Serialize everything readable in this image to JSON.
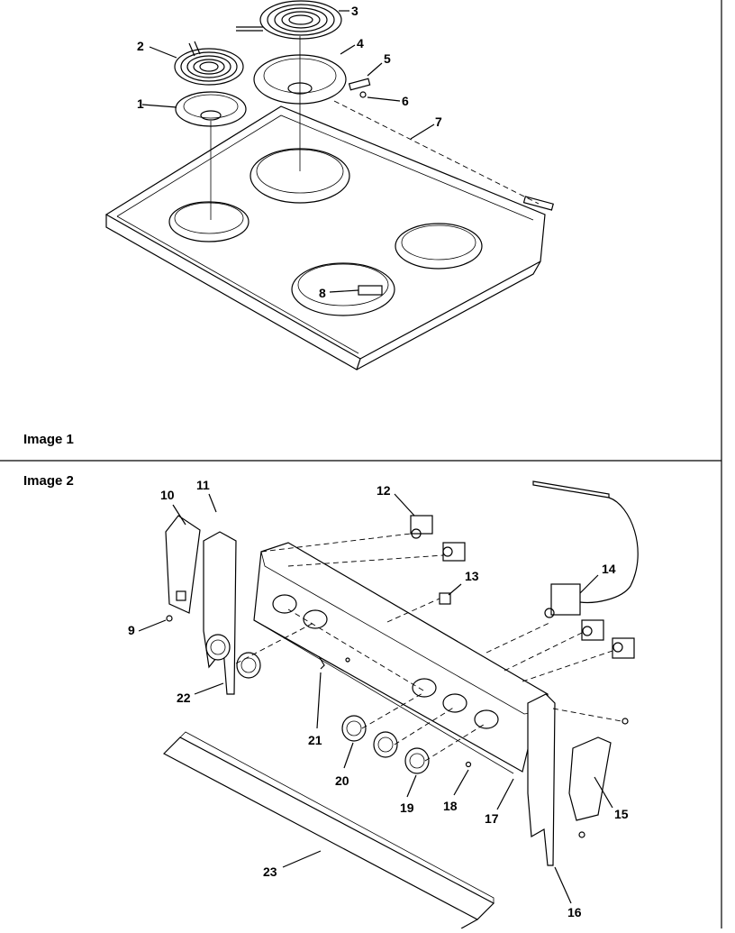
{
  "panels": [
    {
      "title": "Image 1"
    },
    {
      "title": "Image 2"
    }
  ],
  "callouts": [
    "1",
    "2",
    "3",
    "4",
    "5",
    "6",
    "7",
    "8",
    "9",
    "10",
    "11",
    "12",
    "13",
    "14",
    "15",
    "16",
    "17",
    "18",
    "19",
    "20",
    "21",
    "22",
    "23"
  ],
  "colors": {
    "ink": "#000000",
    "paper": "#ffffff"
  }
}
